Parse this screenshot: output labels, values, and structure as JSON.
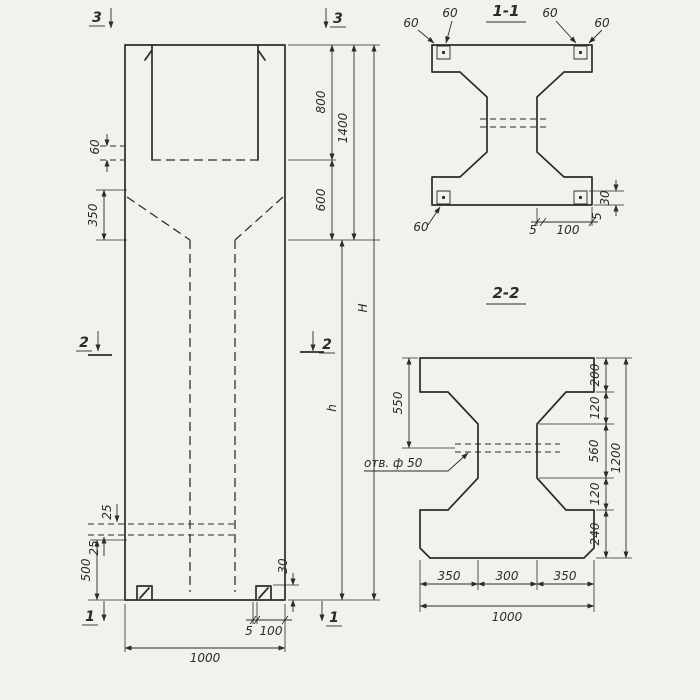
{
  "drawing": {
    "background": "#f2f1ee",
    "ink": "#2b2b2b"
  },
  "elevation": {
    "markers": {
      "top": "3",
      "middle": "2",
      "bottom": "1"
    },
    "dims": {
      "d60": "60",
      "d350": "350",
      "d25_top": "25",
      "d25_bottom": "25",
      "d500": "500",
      "d800": "800",
      "d1400": "1400",
      "d600": "600",
      "dH": "H",
      "dh": "h",
      "d30": "30",
      "d5": "5",
      "d100": "100",
      "d1000": "1000"
    }
  },
  "section_1_1": {
    "title": "1-1",
    "dims": {
      "top_left_outer": "60",
      "top_left_inner": "60",
      "top_right_inner": "60",
      "top_right_outer": "60",
      "bottom_left": "60",
      "bottom_5": "5",
      "bottom_100": "100",
      "right_30": "30",
      "right_5": "5"
    }
  },
  "section_2_2": {
    "title": "2-2",
    "hole_label": "отв. ф 50",
    "dims": {
      "left_550": "550",
      "right_200": "200",
      "right_120_upper": "120",
      "right_560": "560",
      "right_120_lower": "120",
      "right_240": "240",
      "right_1200": "1200",
      "bottom_350_left": "350",
      "bottom_300": "300",
      "bottom_350_right": "350",
      "bottom_1000": "1000"
    }
  }
}
